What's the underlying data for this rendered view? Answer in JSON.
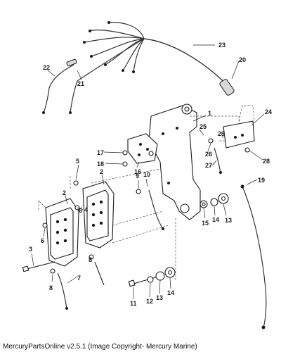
{
  "figure": {
    "callouts": [
      "1",
      "2",
      "2",
      "3",
      "4",
      "5",
      "6",
      "6",
      "7",
      "8",
      "8",
      "9",
      "10",
      "11",
      "12",
      "13",
      "13",
      "14",
      "14",
      "15",
      "16",
      "17",
      "18",
      "19",
      "20",
      "21",
      "22",
      "23",
      "24",
      "25",
      "26",
      "27",
      "28",
      "29"
    ]
  },
  "footer": {
    "credit": "MercuryPartsOnline v2.5.1 (Image Copyright- Mercury Marine)"
  }
}
